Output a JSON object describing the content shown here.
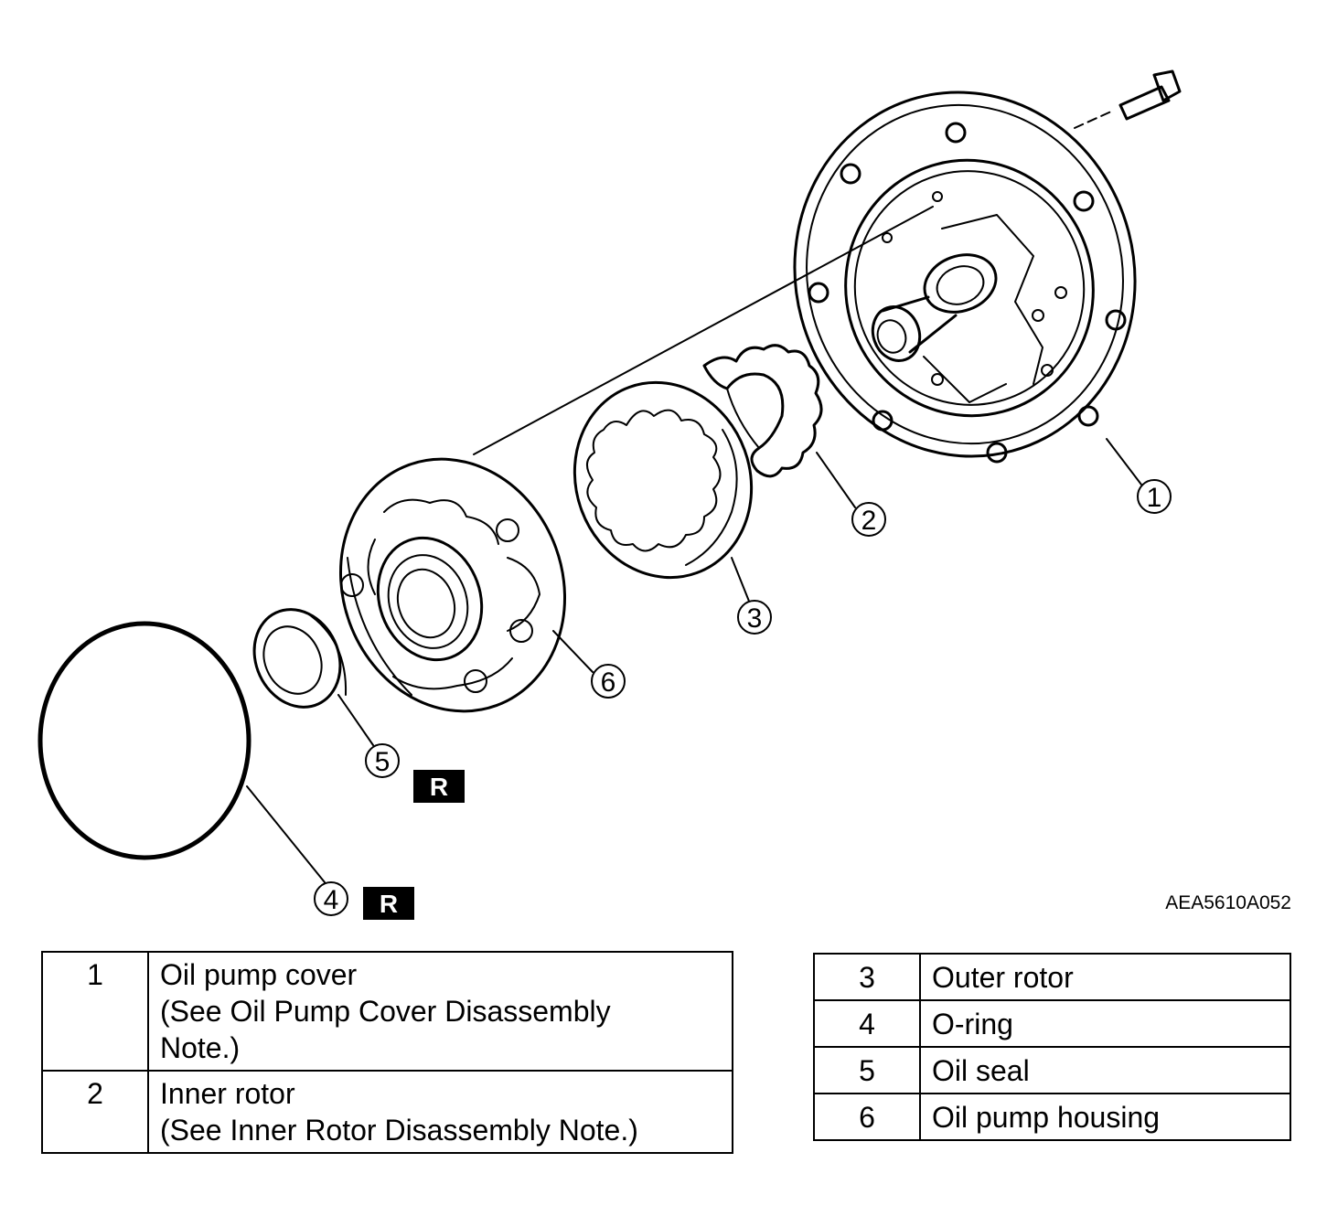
{
  "image_code": "AEA5610A052",
  "callouts": [
    "1",
    "2",
    "3",
    "4",
    "5",
    "6"
  ],
  "replace_badge": "R",
  "legend_left": [
    {
      "num": "1",
      "lines": [
        "Oil pump cover",
        "(See Oil Pump Cover Disassembly",
        "Note.)"
      ]
    },
    {
      "num": "2",
      "lines": [
        "Inner rotor",
        "(See Inner Rotor Disassembly Note.)"
      ]
    }
  ],
  "legend_right": [
    {
      "num": "3",
      "name": "Outer rotor"
    },
    {
      "num": "4",
      "name": "O-ring"
    },
    {
      "num": "5",
      "name": "Oil seal"
    },
    {
      "num": "6",
      "name": "Oil pump housing"
    }
  ]
}
